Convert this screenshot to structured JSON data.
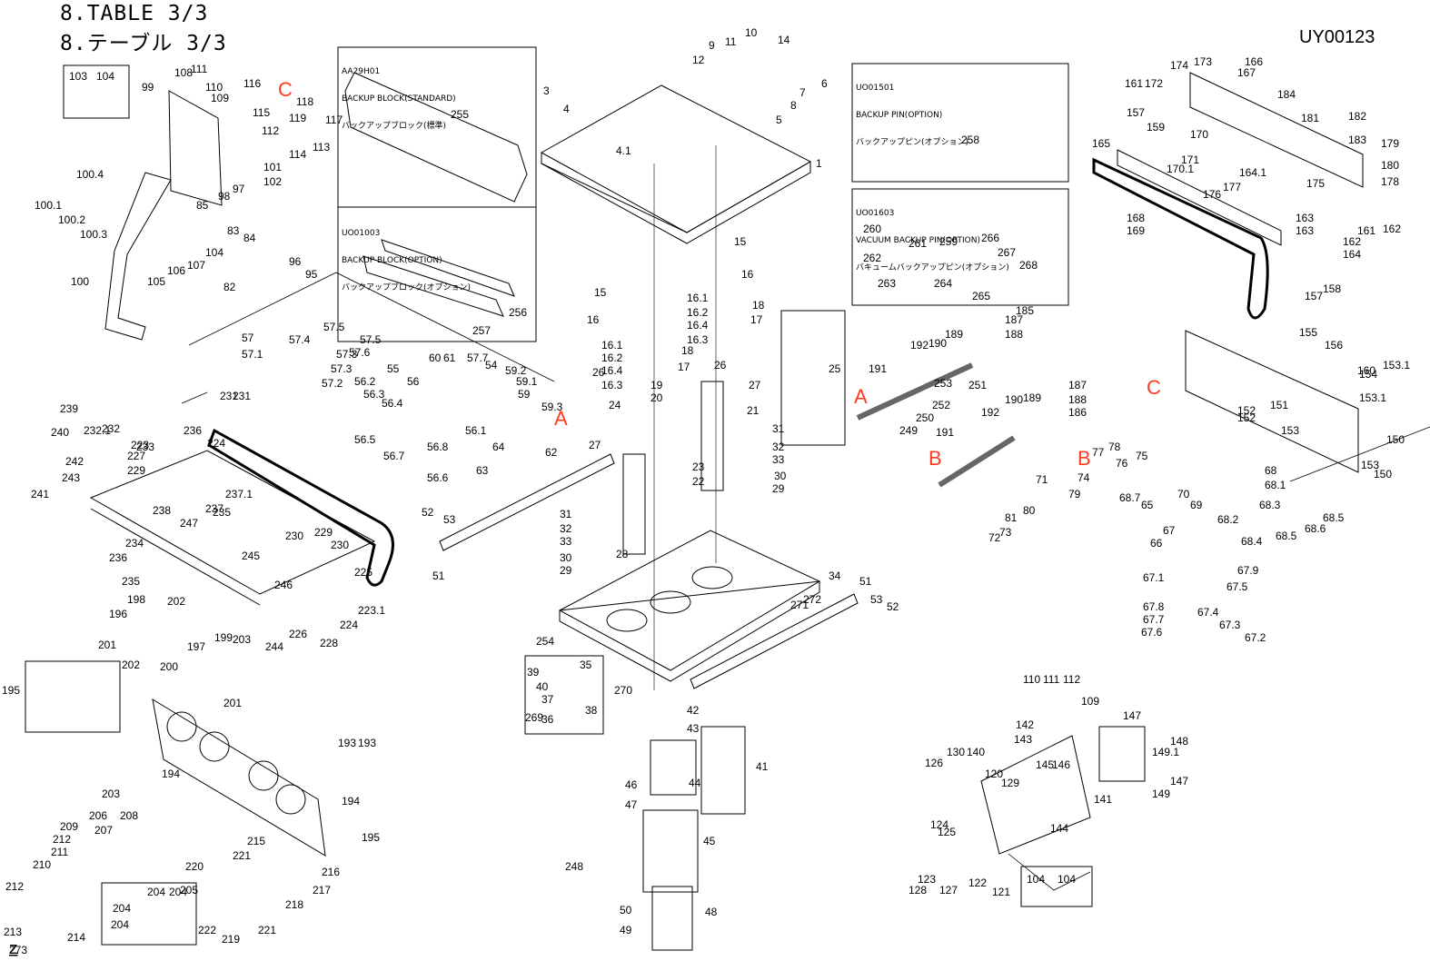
{
  "header": {
    "title_en": "8.TABLE 3/3",
    "title_jp": "8.テーブル 3/3",
    "doc_code": "UY00123"
  },
  "option_boxes": [
    {
      "code": "AA29H01",
      "name_en": "BACKUP BLOCK(STANDARD)",
      "name_jp": "バックアップブロック(標準)",
      "part": "255"
    },
    {
      "code": "UO01003",
      "name_en": "BACKUP BLOCK(OPTION)",
      "name_jp": "バックアップブロック(オプション)",
      "parts": [
        "256",
        "257"
      ]
    },
    {
      "code": "UO01501",
      "name_en": "BACKUP PIN(OPTION)",
      "name_jp": "バックアップピン(オプション)",
      "part": "258"
    },
    {
      "code": "UO01603",
      "name_en": "VACUUM BACKUP PIN(OPTION)",
      "name_jp": "バキュームバックアップピン(オプション)",
      "parts": [
        "259",
        "260",
        "261",
        "262",
        "263",
        "264",
        "265",
        "266",
        "267",
        "268"
      ]
    }
  ],
  "callouts": [
    "A",
    "A",
    "B",
    "B",
    "C",
    "C"
  ],
  "part_labels": [
    "1",
    "3",
    "4",
    "4.1",
    "5",
    "6",
    "7",
    "8",
    "9",
    "10",
    "11",
    "12",
    "14",
    "15",
    "15",
    "16",
    "16",
    "16.1",
    "16.1",
    "16.2",
    "16.2",
    "16.3",
    "16.3",
    "16.4",
    "16.4",
    "17",
    "17",
    "18",
    "18",
    "19",
    "20",
    "21",
    "22",
    "23",
    "24",
    "25",
    "26",
    "26",
    "27",
    "27",
    "28",
    "29",
    "29",
    "30",
    "30",
    "31",
    "31",
    "32",
    "32",
    "33",
    "33",
    "34",
    "35",
    "36",
    "37",
    "38",
    "39",
    "40",
    "41",
    "42",
    "43",
    "44",
    "45",
    "46",
    "47",
    "48",
    "49",
    "50",
    "51",
    "51",
    "52",
    "52",
    "53",
    "53",
    "54",
    "55",
    "56",
    "56.1",
    "56.2",
    "56.3",
    "56.4",
    "56.5",
    "56.6",
    "56.7",
    "56.8",
    "57",
    "57.1",
    "57.2",
    "57.3",
    "57.3",
    "57.4",
    "57.5",
    "57.5",
    "57.6",
    "57.7",
    "59",
    "59.1",
    "59.2",
    "59.3",
    "60",
    "61",
    "62",
    "63",
    "64",
    "65",
    "66",
    "67",
    "67.1",
    "67.2",
    "67.3",
    "67.4",
    "67.5",
    "67.6",
    "67.7",
    "67.8",
    "67.9",
    "68",
    "68.1",
    "68.2",
    "68.3",
    "68.4",
    "68.5",
    "68.5",
    "68.6",
    "68.7",
    "69",
    "70",
    "71",
    "72",
    "73",
    "74",
    "75",
    "76",
    "77",
    "78",
    "79",
    "80",
    "81",
    "82",
    "83",
    "84",
    "85",
    "95",
    "96",
    "97",
    "98",
    "99",
    "100",
    "100.1",
    "100.2",
    "100.3",
    "100.4",
    "101",
    "102",
    "103",
    "104",
    "104",
    "104",
    "104",
    "105",
    "106",
    "107",
    "108",
    "109",
    "109",
    "110",
    "110",
    "111",
    "111",
    "112",
    "112",
    "113",
    "114",
    "115",
    "116",
    "117",
    "118",
    "119",
    "120",
    "121",
    "122",
    "123",
    "124",
    "125",
    "126",
    "127",
    "128",
    "129",
    "130",
    "140",
    "141",
    "142",
    "143",
    "144",
    "145",
    "146",
    "147",
    "147",
    "148",
    "149",
    "149.1",
    "150",
    "150",
    "151",
    "152",
    "152",
    "153",
    "153",
    "153.1",
    "153.1",
    "154",
    "155",
    "156",
    "157",
    "157",
    "158",
    "159",
    "160",
    "161",
    "161",
    "162",
    "162",
    "163",
    "163",
    "164",
    "164.1",
    "165",
    "166",
    "167",
    "168",
    "169",
    "170",
    "170.1",
    "171",
    "172",
    "173",
    "174",
    "175",
    "176",
    "177",
    "178",
    "179",
    "180",
    "181",
    "182",
    "183",
    "184",
    "185",
    "186",
    "187",
    "187",
    "188",
    "188",
    "189",
    "189",
    "190",
    "190",
    "191",
    "191",
    "192",
    "192",
    "193",
    "193",
    "194",
    "194",
    "195",
    "195",
    "196",
    "197",
    "198",
    "199",
    "200",
    "201",
    "201",
    "202",
    "202",
    "203",
    "203",
    "204",
    "204",
    "204",
    "204",
    "205",
    "206",
    "207",
    "208",
    "209",
    "210",
    "211",
    "212",
    "212",
    "213",
    "214",
    "215",
    "216",
    "217",
    "218",
    "219",
    "220",
    "221",
    "221",
    "222",
    "223",
    "223.1",
    "224",
    "224",
    "225",
    "226",
    "227",
    "228",
    "229",
    "229",
    "230",
    "230",
    "231",
    "231",
    "232",
    "232.1",
    "233",
    "234",
    "235",
    "235",
    "236",
    "236",
    "237",
    "237.1",
    "238",
    "239",
    "240",
    "241",
    "242",
    "243",
    "244",
    "245",
    "246",
    "247",
    "248",
    "249",
    "250",
    "251",
    "252",
    "253",
    "254",
    "269",
    "270",
    "271",
    "272",
    "273",
    "Z",
    "Z",
    "Z",
    "Z",
    "Z"
  ]
}
